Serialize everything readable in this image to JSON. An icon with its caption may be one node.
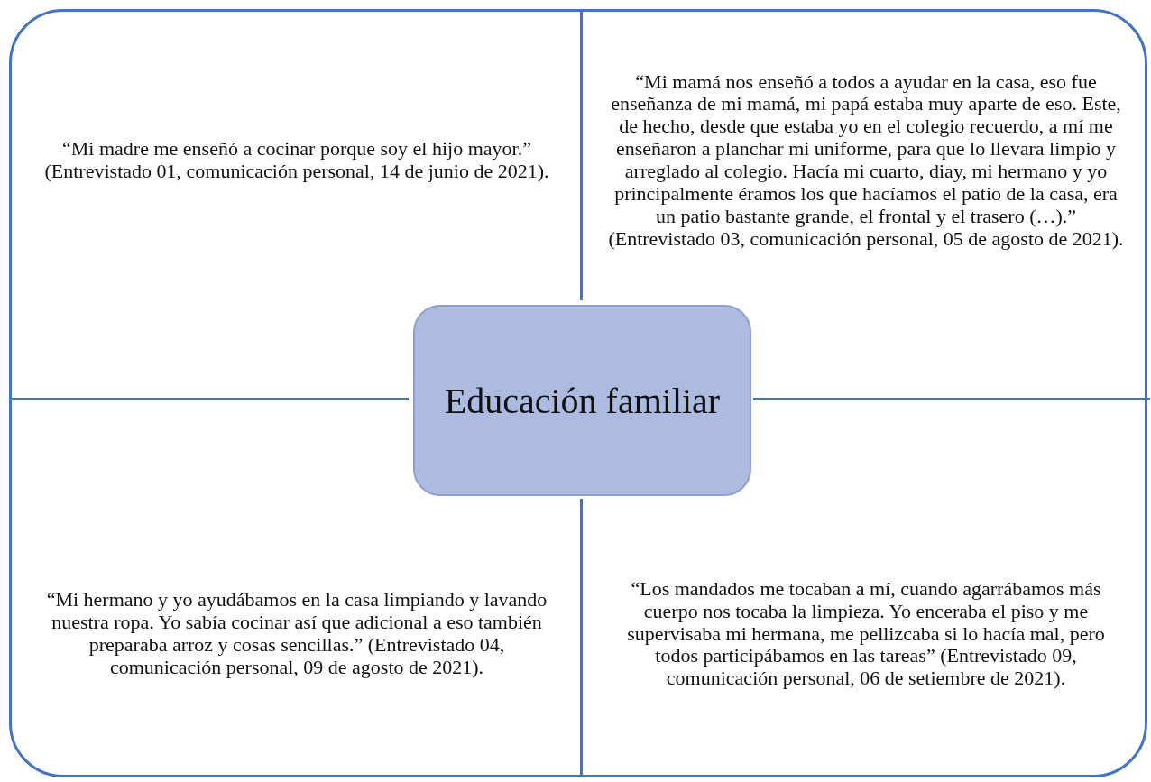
{
  "diagram": {
    "nodes": [
      {
        "text": [],
        "shape": "box"
      },
      {
        "text": [
          "“Mi madre me enseñó a cocinar porque soy el hijo mayor.” (Entrevistado 01, comunicación personal, 14 de junio de 2021)."
        ],
        "in": 0
      },
      {
        "text": [
          "“Mi mamá nos enseñó a todos a ayudar en la casa, eso fue enseñanza de mi mamá, mi papá estaba muy aparte de eso. Este, de hecho, desde que estaba yo en el colegio recuerdo, a mí me enseñaron a planchar mi uniforme, para que lo llevara limpio y arreglado al colegio. Hacía mi cuarto, diay, mi hermano y yo principalmente éramos los que hacíamos el patio de la casa, era un patio bastante grande, el frontal y el trasero (…).” (Entrevistado 03, comunicación personal, 05 de agosto de 2021)."
        ],
        "in": 0
      },
      {
        "text": [
          "Educación familiar"
        ],
        "in": 0
      },
      {
        "text": [
          "“Mi hermano y yo ayudábamos en la casa limpiando y lavando nuestra ropa. Yo sabía cocinar así que adicional a eso también preparaba arroz y cosas sencillas.” (Entrevistado 04, comunicación personal, 09 de agosto de 2021)."
        ],
        "in": 0
      },
      {
        "text": [
          "“Los mandados me tocaban a mí, cuando agarrábamos más cuerpo nos tocaba la limpieza. Yo enceraba el piso y me supervisaba mi hermana, me pellizcaba si lo hacía mal, pero todos participábamos en las tareas” (Entrevistado 09, comunicación personal, 06 de setiembre de 2021)."
        ],
        "in": 0
      }
    ],
    "edges": []
  }
}
